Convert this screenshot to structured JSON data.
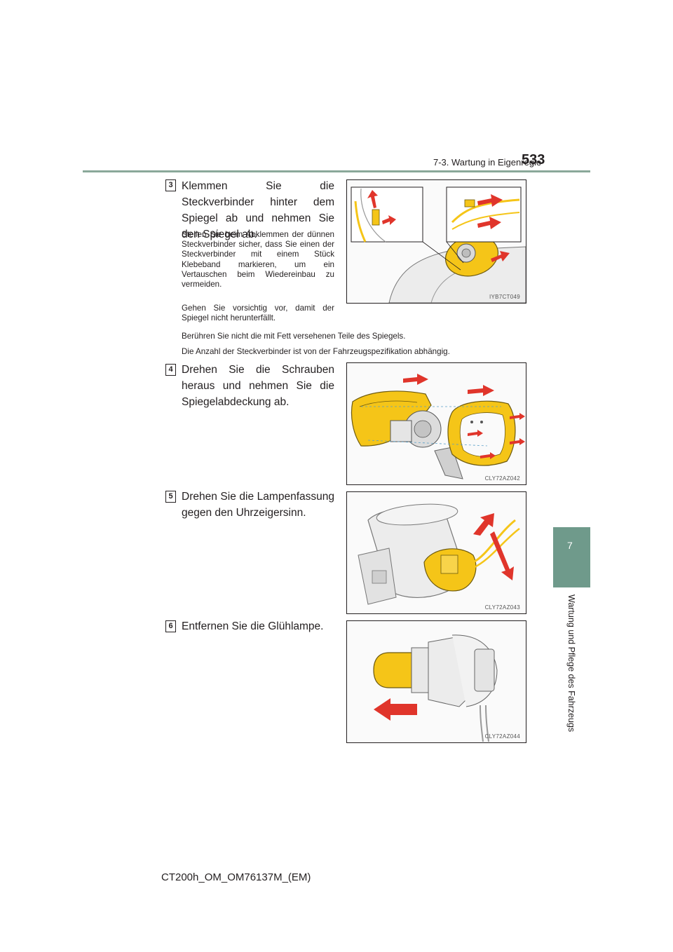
{
  "header": {
    "section_title": "7-3. Wartung in Eigenregie",
    "page_number": "533"
  },
  "chapter": {
    "number": "7",
    "label": "Wartung und Pflege des Fahrzeugs"
  },
  "steps": [
    {
      "number": "3",
      "heading": "Klemmen Sie die Steckverbinder hinter dem Spiegel ab und nehmen Sie den Spiegel ab.",
      "notes": [
        "Stellen Sie beim Abklemmen der dünnen Steckverbinder sicher, dass Sie einen der Steckverbinder mit einem Stück Klebeband markieren, um ein Vertauschen beim Wiedereinbau zu vermeiden.",
        "Gehen Sie vorsichtig vor, damit der Spiegel nicht herunterfällt.",
        "Berühren Sie nicht die mit Fett versehenen Teile des Spiegels.",
        "Die Anzahl der Steckverbinder ist von der Fahrzeugspezifikation abhängig."
      ],
      "figure_code": "IYB7CT049"
    },
    {
      "number": "4",
      "heading": "Drehen Sie die Schrauben heraus und nehmen Sie die Spiegelabdeckung ab.",
      "figure_code": "CLY72AZ042"
    },
    {
      "number": "5",
      "heading": "Drehen Sie die Lampenfassung gegen den Uhrzeigersinn.",
      "figure_code": "CLY72AZ043"
    },
    {
      "number": "6",
      "heading": "Entfernen Sie die Glühlampe.",
      "figure_code": "CLY72AZ044"
    }
  ],
  "footer": {
    "manual_code": "CT200h_OM_OM76137M_(EM)"
  },
  "colors": {
    "accent_green": "#6f9a8b",
    "rule_green": "#8aa89a",
    "arrow_red": "#e0352b",
    "part_yellow": "#f5c518"
  }
}
